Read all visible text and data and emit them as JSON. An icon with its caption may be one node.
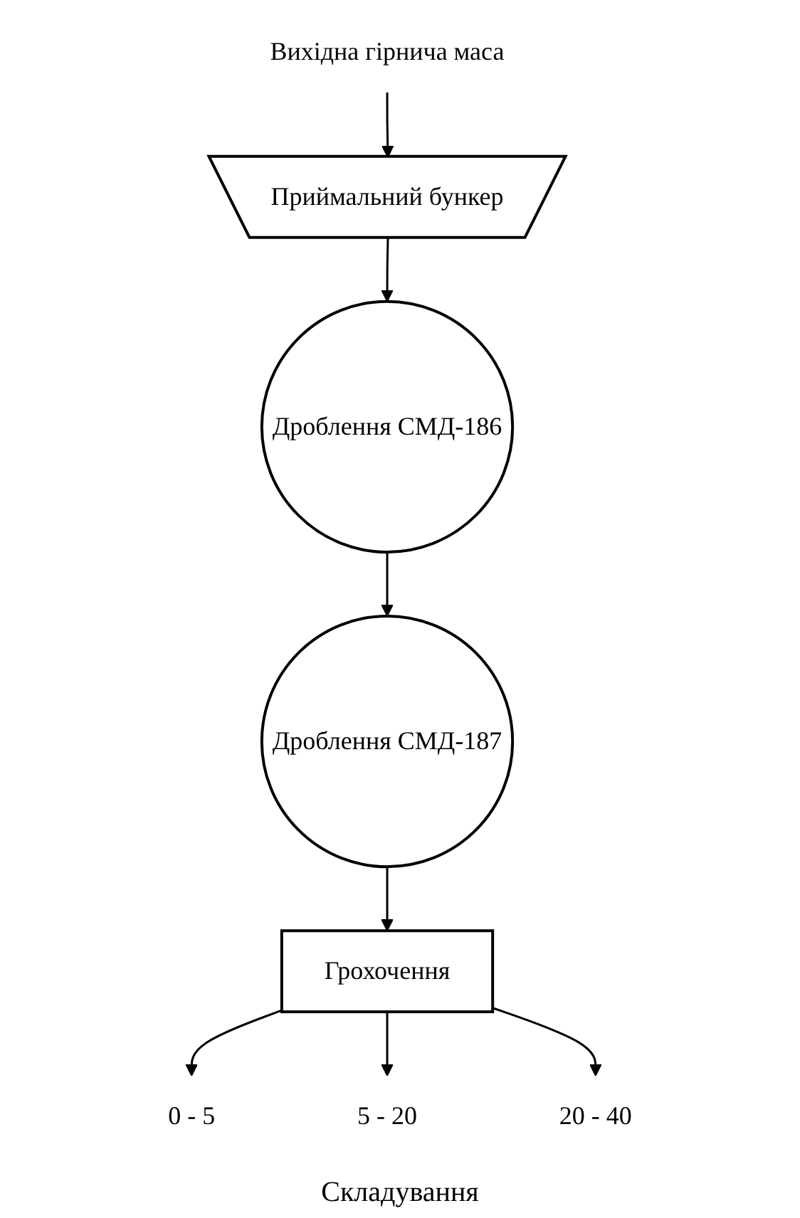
{
  "diagram": {
    "nodes": [
      {
        "text": [
          "Вихідна гірнича маса"
        ]
      },
      {
        "text": [
          "Приймальний бункер"
        ]
      },
      {
        "text": [
          "Дроблення СМД-186"
        ]
      },
      {
        "text": [
          "Дроблення СМД-187"
        ]
      },
      {
        "text": [
          "Грохочення"
        ]
      },
      {
        "text": [
          "0 - 5"
        ]
      },
      {
        "text": [
          "5 - 20"
        ]
      },
      {
        "text": [
          "20 - 40"
        ]
      }
    ],
    "edges": [
      {
        "from": 0,
        "to": 1,
        "arrow": "to"
      },
      {
        "from": 1,
        "to": 2,
        "arrow": "to"
      },
      {
        "from": 2,
        "to": 3,
        "arrow": "to"
      },
      {
        "from": 3,
        "to": 4,
        "arrow": "to"
      },
      {
        "from": 4,
        "to": 5,
        "arrow": "to"
      },
      {
        "from": 4,
        "to": 6,
        "arrow": "to"
      },
      {
        "from": 4,
        "to": 7,
        "arrow": "to"
      }
    ],
    "labels": [
      "Складування"
    ]
  }
}
